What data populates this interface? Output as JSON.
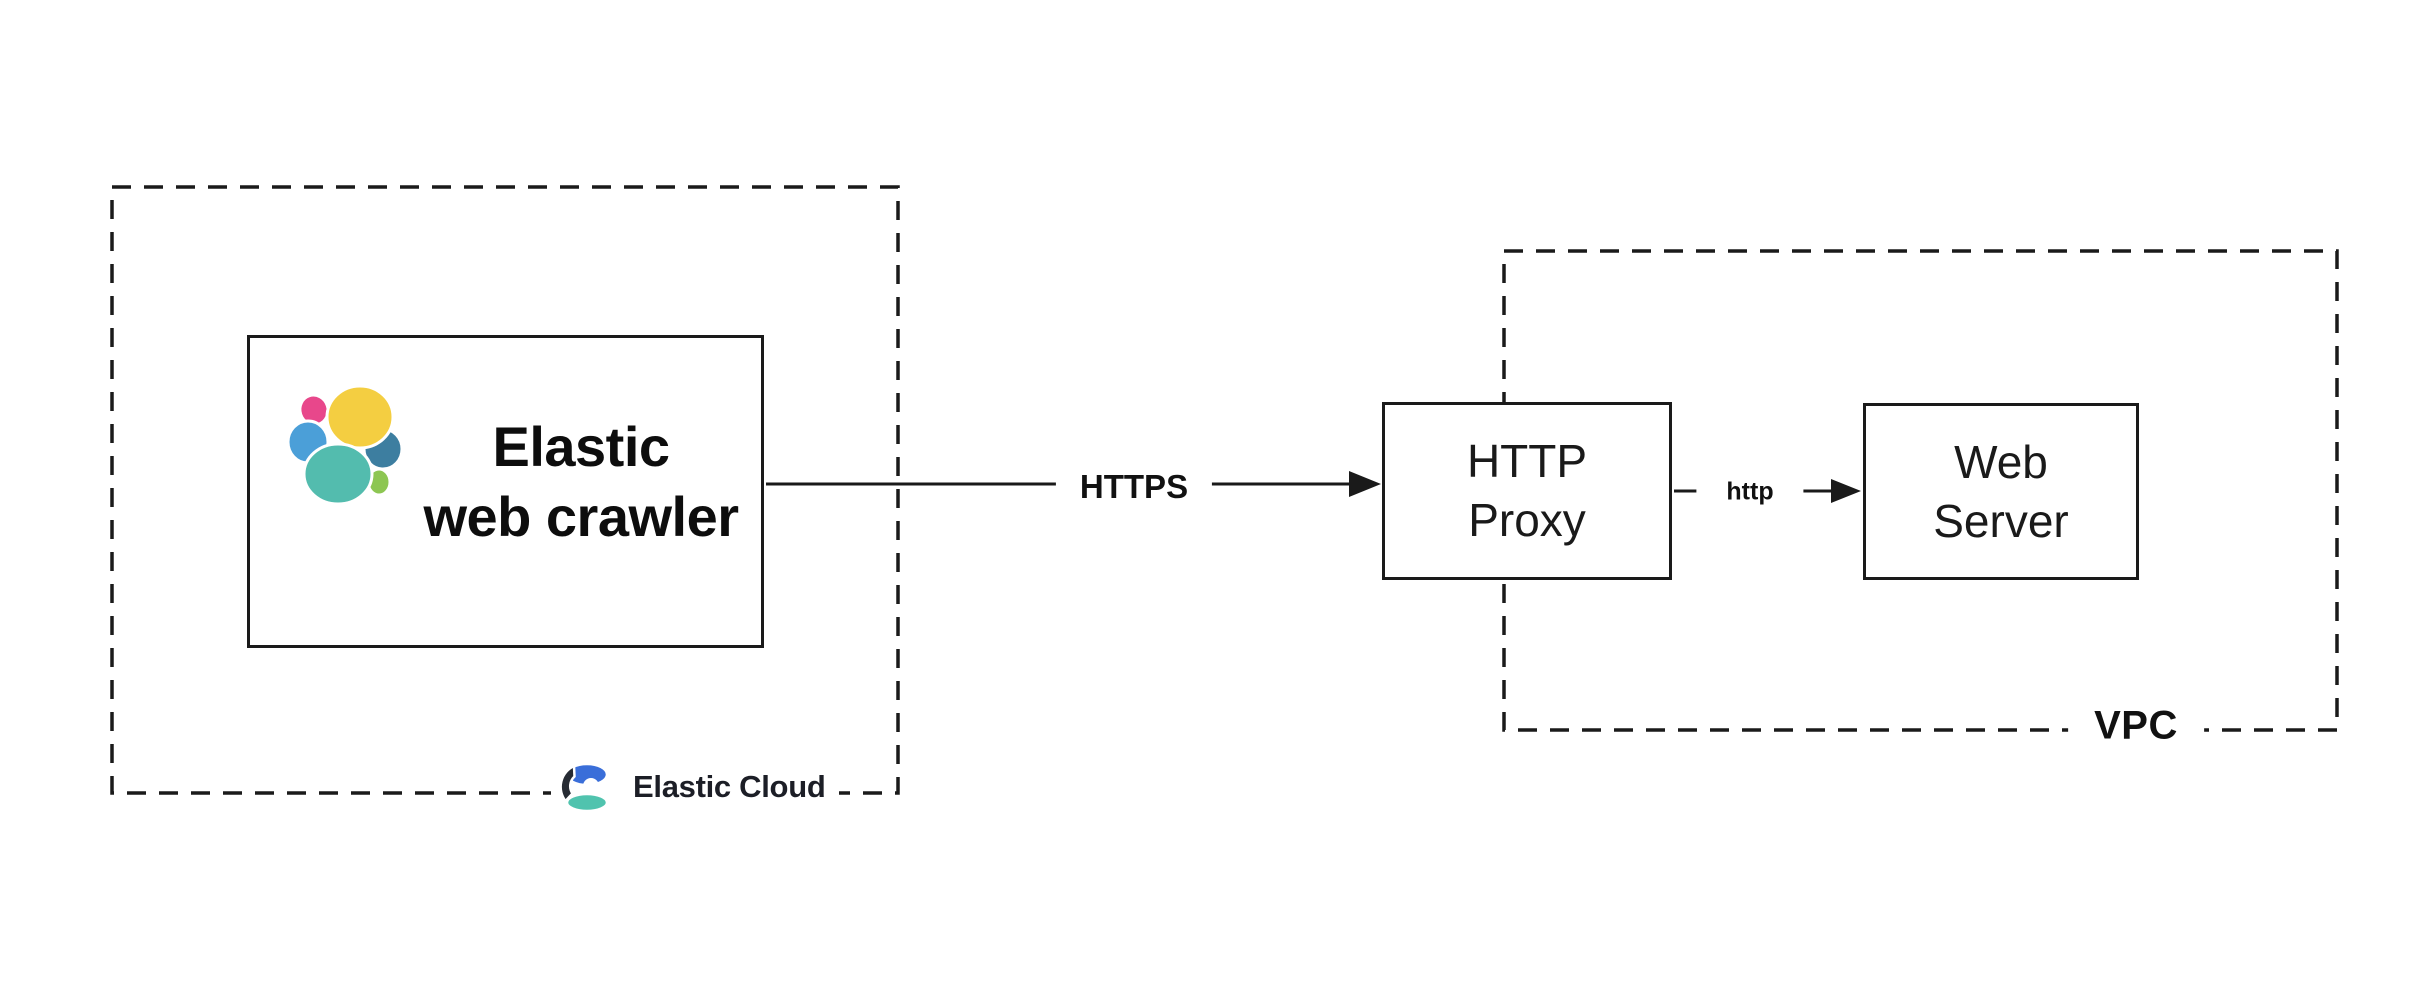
{
  "diagram": {
    "nodes": {
      "crawler": {
        "label": "Elastic\nweb crawler",
        "icon": "elasticsearch-logo"
      },
      "proxy": {
        "label": "HTTP\nProxy"
      },
      "web_server": {
        "label": "Web\nServer"
      }
    },
    "boundaries": {
      "elastic_cloud": {
        "label": "Elastic Cloud",
        "icon": "elastic-cloud-logo",
        "style": "dashed"
      },
      "vpc": {
        "label": "VPC",
        "style": "dashed"
      }
    },
    "connections": [
      {
        "from": "Elastic web crawler",
        "to": "HTTP Proxy",
        "label": "HTTPS",
        "direction": "right"
      },
      {
        "from": "HTTP Proxy",
        "to": "Web Server",
        "label": "http",
        "direction": "right"
      }
    ],
    "colors": {
      "line": "#1a1a1a",
      "logo_yellow": "#F4CE41",
      "logo_pink": "#E8478B",
      "logo_blue": "#4B9FD8",
      "logo_teal": "#53BCAE",
      "logo_steel_blue": "#3D7EA0",
      "logo_green": "#8DC652",
      "cloud_blue": "#3A6ED9",
      "cloud_dark": "#262B33",
      "cloud_teal": "#50C3AE",
      "label_dark": "#1C1E26",
      "white": "#FFFFFF"
    }
  }
}
